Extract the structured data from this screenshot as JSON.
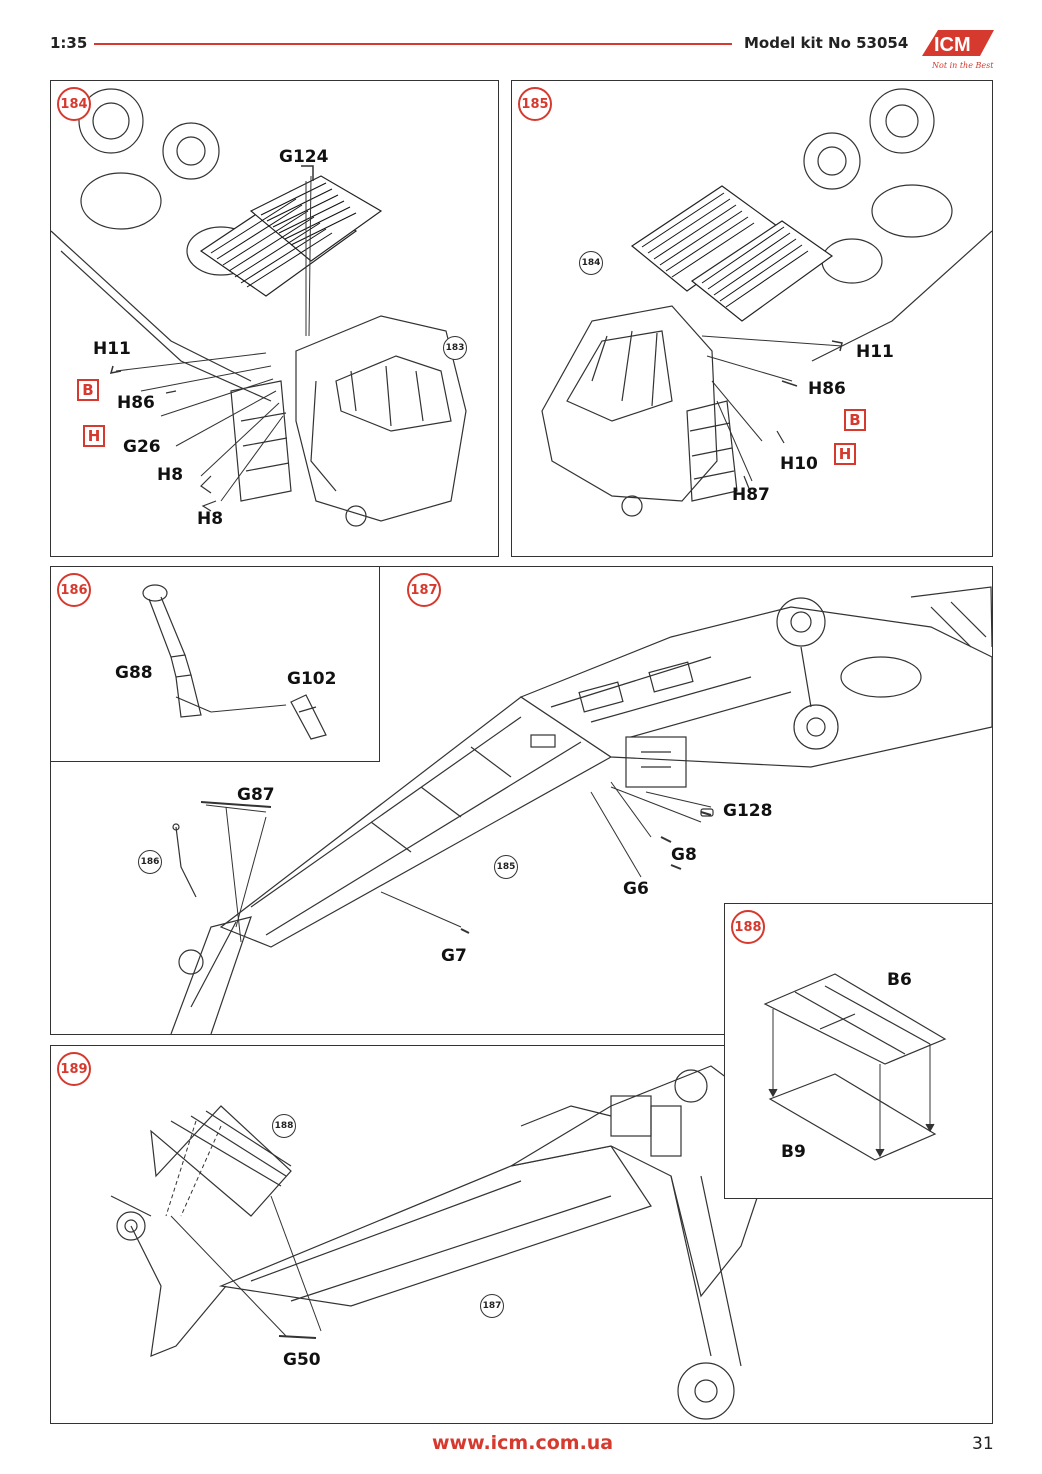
{
  "header": {
    "scale": "1:35",
    "kit_number": "Model kit No 53054",
    "logo_text": "ICM",
    "logo_tagline": "Not in the Best",
    "accent_color": "#d63a2e"
  },
  "steps": {
    "s184": {
      "number": "184",
      "ref": "183",
      "labels": {
        "g124": "G124",
        "h11": "H11",
        "h86": "H86",
        "g26": "G26",
        "h8a": "H8",
        "h8b": "H8"
      },
      "color_codes": {
        "b": "B",
        "h": "H"
      }
    },
    "s185": {
      "number": "185",
      "ref": "184",
      "labels": {
        "h11": "H11",
        "h86": "H86",
        "h10": "H10",
        "h87": "H87"
      },
      "color_codes": {
        "b": "B",
        "h": "H"
      }
    },
    "s186": {
      "number": "186",
      "labels": {
        "g88": "G88",
        "g102": "G102"
      }
    },
    "s187": {
      "number": "187",
      "ref_a": "186",
      "ref_b": "185",
      "labels": {
        "g87": "G87",
        "g128": "G128",
        "g8": "G8",
        "g6": "G6",
        "g7": "G7"
      }
    },
    "s188": {
      "number": "188",
      "labels": {
        "b6": "B6",
        "b9": "B9"
      }
    },
    "s189": {
      "number": "189",
      "ref_a": "188",
      "ref_b": "187",
      "labels": {
        "g50": "G50"
      }
    }
  },
  "footer": {
    "url": "www.icm.com.ua",
    "page": "31"
  }
}
